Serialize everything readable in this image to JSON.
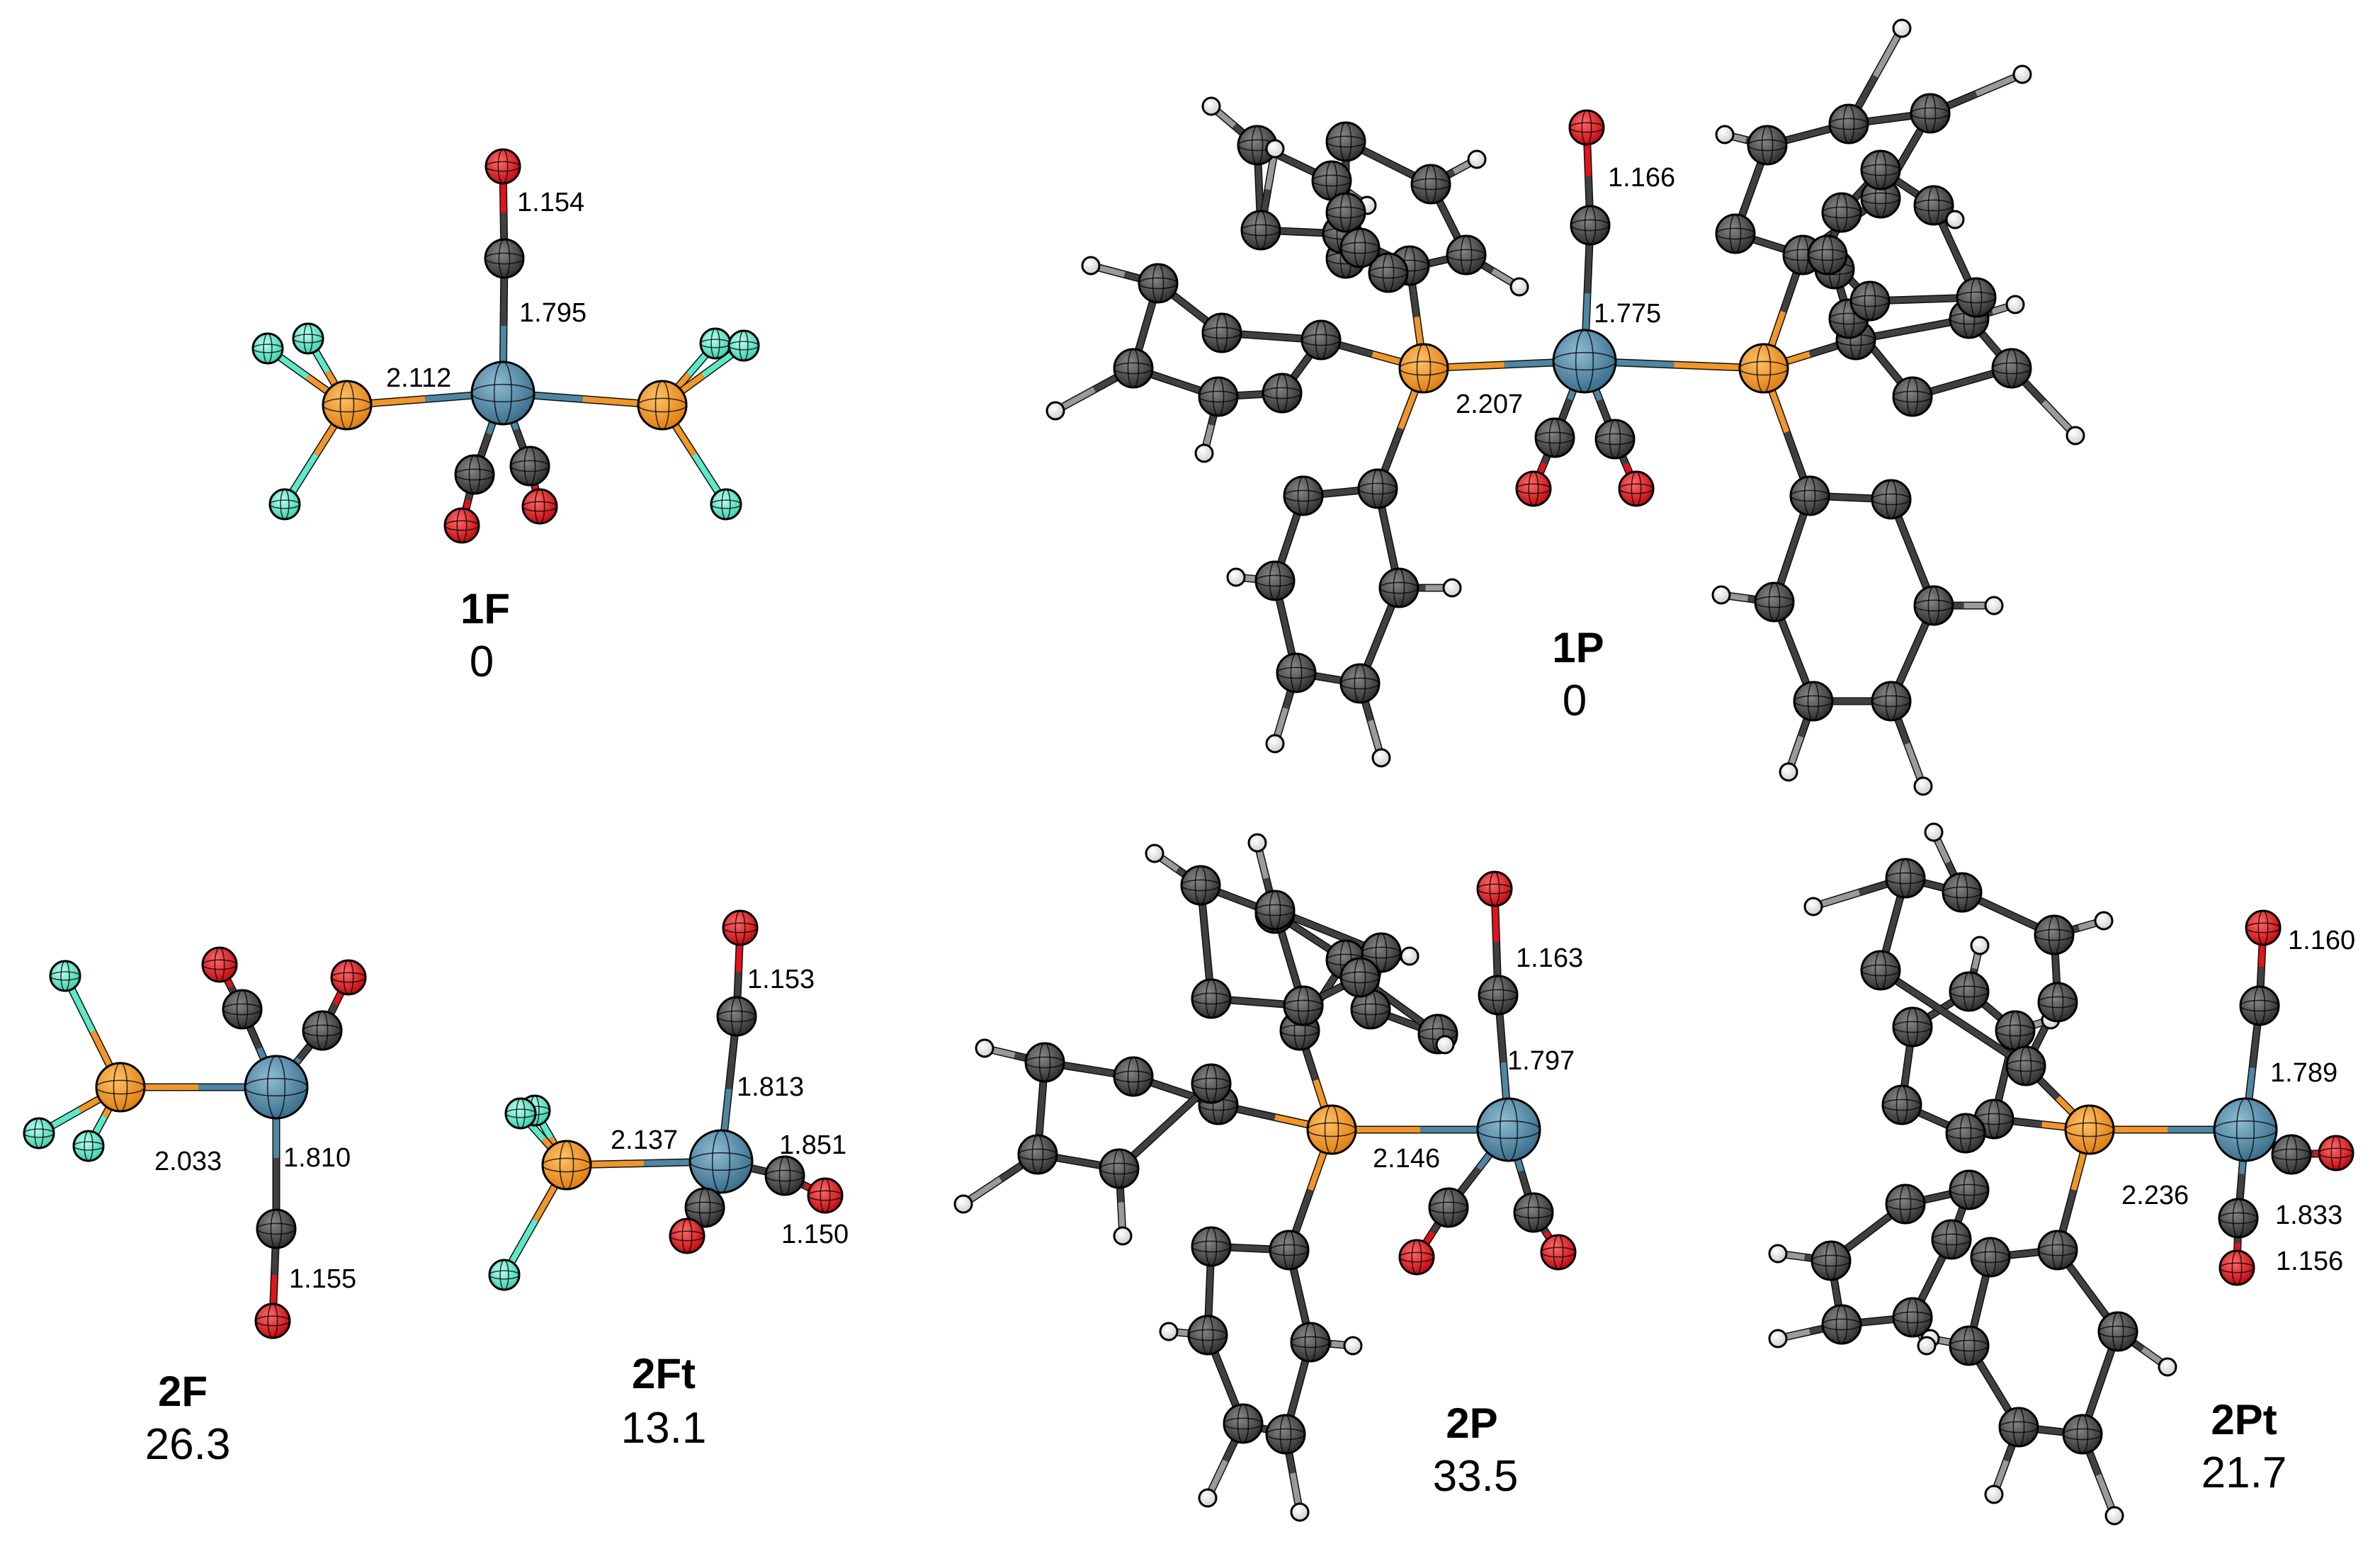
{
  "colors": {
    "carbon": "#3d3d3d",
    "oxygen": "#e0141b",
    "phosphorus": "#f0962a",
    "metal": "#4e86a3",
    "fluorine": "#5ee8c8",
    "hydrogen": "#ffffff",
    "bond": "#404040"
  },
  "structures": [
    {
      "id": "1F",
      "label": "1F",
      "energy": "0",
      "distances": [
        "1.154",
        "1.795",
        "2.112"
      ]
    },
    {
      "id": "1P",
      "label": "1P",
      "energy": "0",
      "distances": [
        "1.166",
        "1.775",
        "2.207"
      ]
    },
    {
      "id": "2F",
      "label": "2F",
      "energy": "26.3",
      "distances": [
        "2.033",
        "1.810",
        "1.155"
      ]
    },
    {
      "id": "2Ft",
      "label": "2Ft",
      "energy": "13.1",
      "distances": [
        "1.153",
        "1.813",
        "2.137",
        "1.851",
        "1.150"
      ]
    },
    {
      "id": "2P",
      "label": "2P",
      "energy": "33.5",
      "distances": [
        "1.163",
        "1.797",
        "2.146"
      ]
    },
    {
      "id": "2Pt",
      "label": "2Pt",
      "energy": "21.7",
      "distances": [
        "1.160",
        "1.789",
        "2.236",
        "1.833",
        "1.156"
      ]
    }
  ]
}
